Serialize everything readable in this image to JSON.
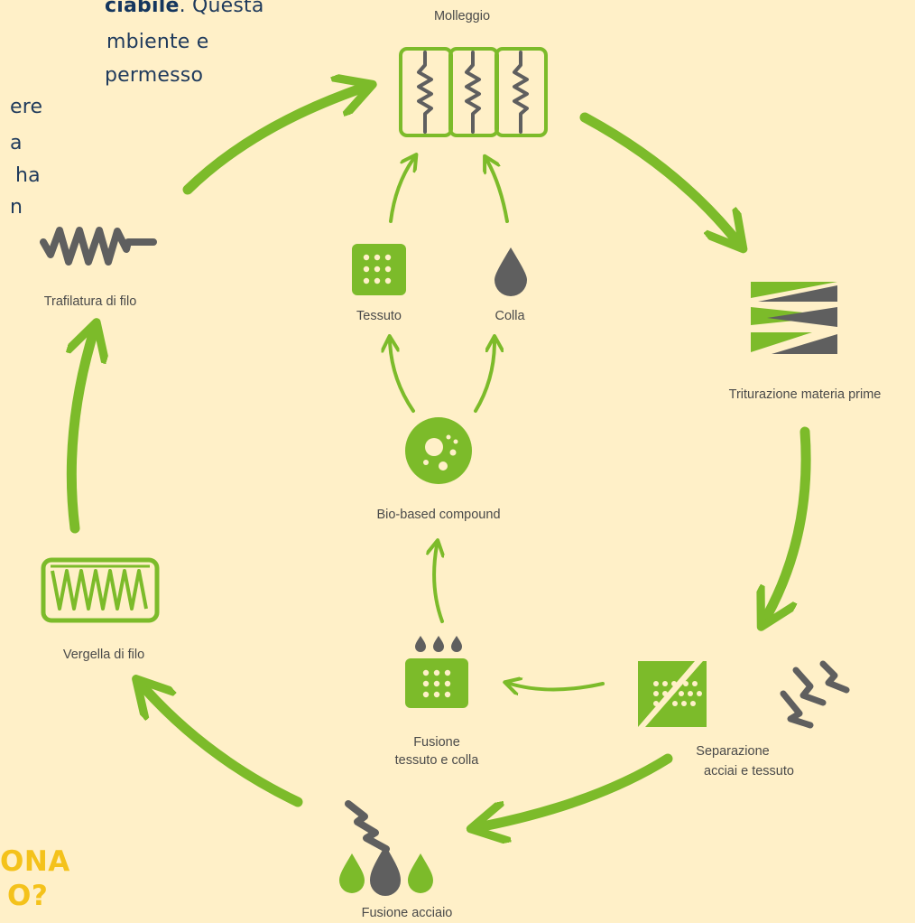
{
  "intro": {
    "line1_bold": "ciabile",
    "line1_rest": ". Questa",
    "line2": "mbiente e",
    "line3": "permesso",
    "line4": "ere",
    "line5": "a",
    "line6": "ha",
    "line7": "n"
  },
  "headline": {
    "line1": "ONA",
    "line2": "O?"
  },
  "steps": {
    "molleggio": "Molleggio",
    "triturazione": "Triturazione materia prime",
    "separazione_1": "Separazione",
    "separazione_2": "acciai e tessuto",
    "fusione_acciaio": "Fusione acciaio",
    "vergella": "Vergella di filo",
    "trafilatura": "Trafilatura di filo",
    "tessuto": "Tessuto",
    "colla": "Colla",
    "bio": "Bio-based compound",
    "fusione_tc_1": "Fusione",
    "fusione_tc_2": "tessuto e colla"
  },
  "colors": {
    "background": "#fff0c8",
    "green": "#7cbb2a",
    "gray": "#5f5f5f",
    "text": "#4a4a4a",
    "headline": "#f4c21b",
    "intro_text": "#1f3a5c"
  },
  "icons": [
    "spring-units-icon",
    "shredder-icon",
    "separation-panel-icon",
    "scrap-steel-icon",
    "melting-drops-icon",
    "wire-rod-icon",
    "wire-coil-icon",
    "fabric-icon",
    "glue-drop-icon",
    "bio-compound-icon",
    "fabric-glue-melt-icon"
  ]
}
